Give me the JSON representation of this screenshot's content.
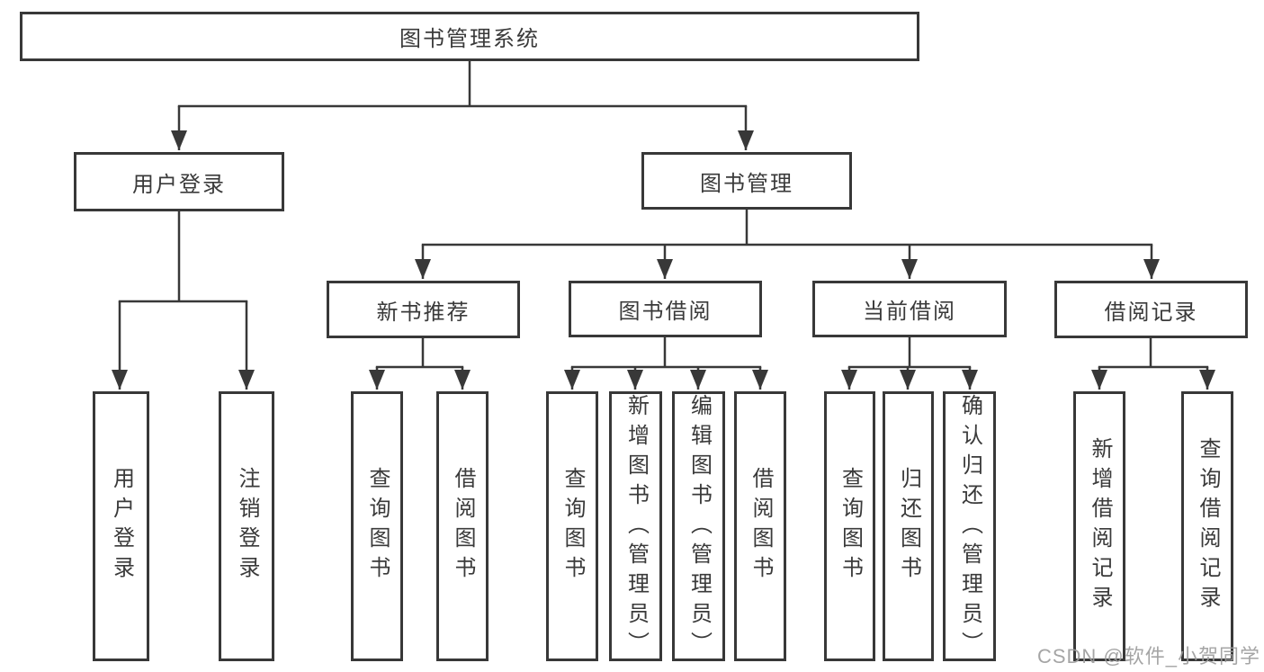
{
  "nodes": {
    "root": {
      "label": "图书管理系统"
    },
    "user_login": {
      "label": "用户登录"
    },
    "book_mgmt": {
      "label": "图书管理"
    },
    "new_books": {
      "label": "新书推荐"
    },
    "book_borrow": {
      "label": "图书借阅"
    },
    "current_borrow": {
      "label": "当前借阅"
    },
    "borrow_records": {
      "label": "借阅记录"
    }
  },
  "leaves": {
    "login": [
      "用户登录",
      "注销登录"
    ],
    "new_books": [
      "查询图书",
      "借阅图书"
    ],
    "book_borrow": [
      "查询图书",
      "新增图书（管理员）",
      "编辑图书（管理员）",
      "借阅图书"
    ],
    "current_borrow": [
      "查询图书",
      "归还图书",
      "确认归还（管理员）"
    ],
    "borrow_records": [
      "新增借阅记录",
      "查询借阅记录"
    ]
  },
  "colors": {
    "line": "#383838",
    "text": "#3a3a3a",
    "background": "#ffffff",
    "watermark": "#9c9c9c"
  },
  "watermark": "CSDN @软件_小贺同学"
}
